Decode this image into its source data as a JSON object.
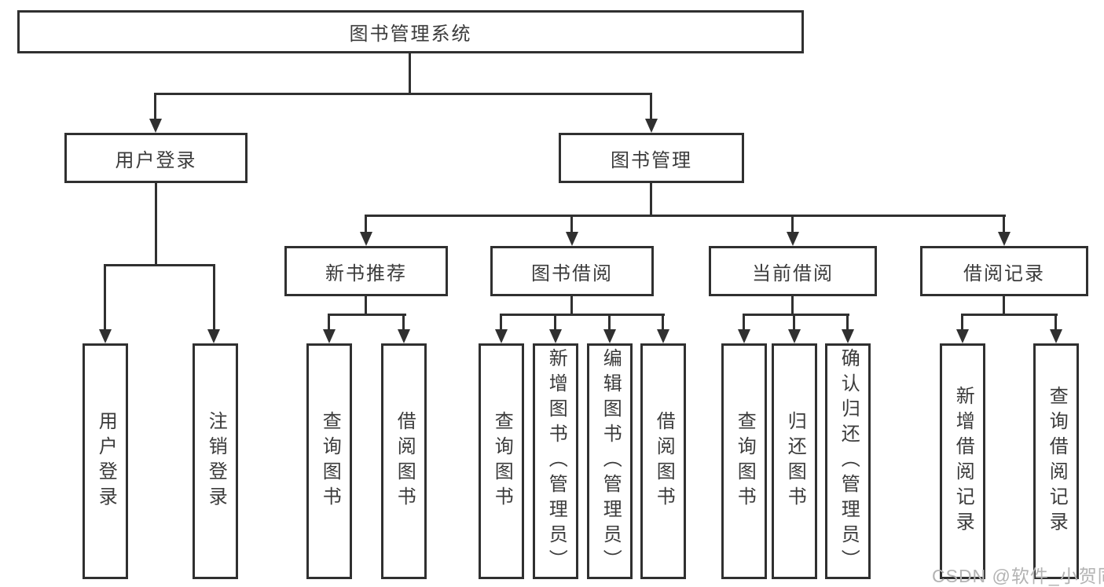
{
  "diagram": {
    "root": {
      "label": "图书管理系统"
    },
    "level2": [
      {
        "label": "用户登录",
        "children": [
          {
            "label": "用户登录"
          },
          {
            "label": "注销登录"
          }
        ]
      },
      {
        "label": "图书管理",
        "children": [
          {
            "label": "新书推荐",
            "children": [
              {
                "label": "查询图书"
              },
              {
                "label": "借阅图书"
              }
            ]
          },
          {
            "label": "图书借阅",
            "children": [
              {
                "label": "查询图书"
              },
              {
                "label": "新增图书（管理员）"
              },
              {
                "label": "编辑图书（管理员）"
              },
              {
                "label": "借阅图书"
              }
            ]
          },
          {
            "label": "当前借阅",
            "children": [
              {
                "label": "查询图书"
              },
              {
                "label": "归还图书"
              },
              {
                "label": "确认归还（管理员）"
              }
            ]
          },
          {
            "label": "借阅记录",
            "children": [
              {
                "label": "新增借阅记录"
              },
              {
                "label": "查询借阅记录"
              }
            ]
          }
        ]
      }
    ]
  },
  "watermark": {
    "text": "CSDN @软件_小贺同学"
  },
  "colors": {
    "line": "#303030",
    "text": "#3b3b3b",
    "watermark": "#b3b3b3",
    "background": "#ffffff"
  }
}
